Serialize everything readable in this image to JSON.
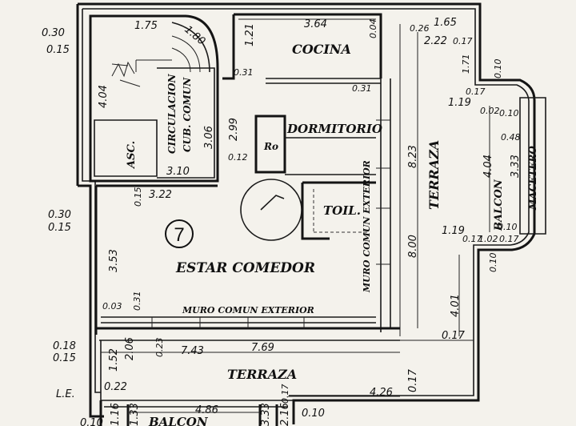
{
  "colors": {
    "ink": "#141414",
    "paper": "#f4f2ec"
  },
  "unit_number": "7",
  "rooms": {
    "cocina": "COCINA",
    "dormitorio": "DORMITORIO",
    "toil": "TOIL.",
    "estar_comedor": "ESTAR COMEDOR",
    "terraza_right": "TERRAZA",
    "terraza_bottom": "TERRAZA",
    "balcon_right": "BALCON",
    "balcon_bottom": "BALCON",
    "macetero": "MACETERO",
    "asc": "ASC.",
    "circulacion_1": "CIRCULACION",
    "circulacion_2": "CUB. COMUN",
    "ro": "Ro",
    "muro_comun_h": "MURO COMUN EXTERIOR",
    "muro_comun_v": "MURO COMUN EXTERIOR"
  },
  "dims": {
    "d030a": "0.30",
    "d015a": "0.15",
    "d030b": "0.30",
    "d015b": "0.15",
    "d018": "0.18",
    "d015c": "0.15",
    "le": "L.E.",
    "d010a": "0.10",
    "d175": "1.75",
    "d180": "1.80",
    "d404a": "4.04",
    "d306": "3.06",
    "d310": "3.10",
    "d121": "1.21",
    "d031a": "0.31",
    "d299": "2.99",
    "d012": "0.12",
    "d015d": "0.15",
    "d322": "3.22",
    "d364": "3.64",
    "d004": "0.04",
    "d031b": "0.31",
    "d026": "0.26",
    "d165": "1.65",
    "d222": "2.22",
    "d017a": "0.17",
    "d171": "1.71",
    "d010b": "0.10",
    "d119a": "1.19",
    "d017b": "0.17",
    "d102a": "0.02",
    "d010c": "0.10",
    "d048": "0.48",
    "d404b": "4.04",
    "d333a": "3.33",
    "d823": "8.23",
    "d119b": "1.19",
    "d010d": "0.10",
    "d017c": "0.17",
    "d102b": "1.02",
    "d017d": "0.17",
    "d010e": "0.10",
    "d800": "8.00",
    "d353": "3.53",
    "d003": "0.03",
    "d031c": "0.31",
    "d401": "4.01",
    "d017e": "0.17",
    "d743": "7.43",
    "d769": "7.69",
    "d023": "0.23",
    "d152": "1.52",
    "d206": "2.06",
    "d022": "0.22",
    "d426": "4.26",
    "d017f": "0.17",
    "d116": "1.16",
    "d133": "1.33",
    "d486": "4.86",
    "d333b": "3.33",
    "d216": "2.16",
    "d017g": "0.17",
    "d010f": "0.10"
  }
}
